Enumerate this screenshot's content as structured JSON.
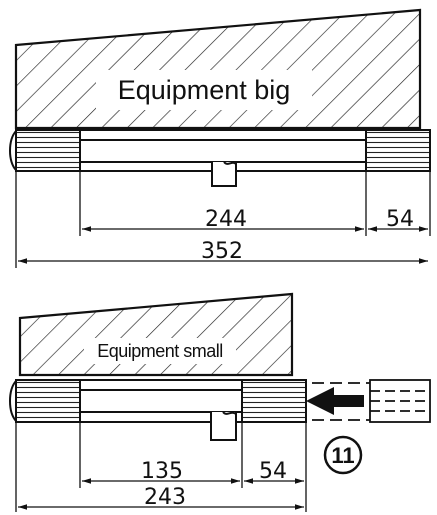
{
  "top": {
    "label": "Equipment big",
    "dim_inner": "244",
    "dim_side": "54",
    "dim_total": "352"
  },
  "bottom": {
    "label": "Equipment small",
    "dim_inner": "135",
    "dim_side": "54",
    "dim_total": "243",
    "callout": "11"
  }
}
